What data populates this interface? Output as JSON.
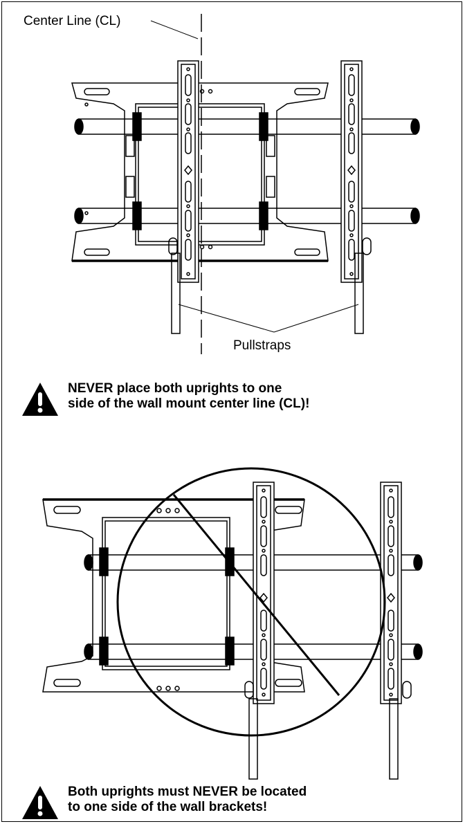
{
  "labels": {
    "center_line": "Center Line (CL)",
    "pullstraps": "Pullstraps"
  },
  "warnings": [
    {
      "lines": [
        "NEVER place both uprights to one",
        "side of the wall mount center line (CL)!"
      ]
    },
    {
      "lines": [
        "Both uprights must NEVER be located",
        "to one side of the wall brackets!"
      ]
    }
  ],
  "icons": {
    "warning": "warning-triangle-icon",
    "prohibited": "prohibition-circle-icon"
  },
  "colors": {
    "ink": "#000000",
    "background": "#ffffff"
  }
}
